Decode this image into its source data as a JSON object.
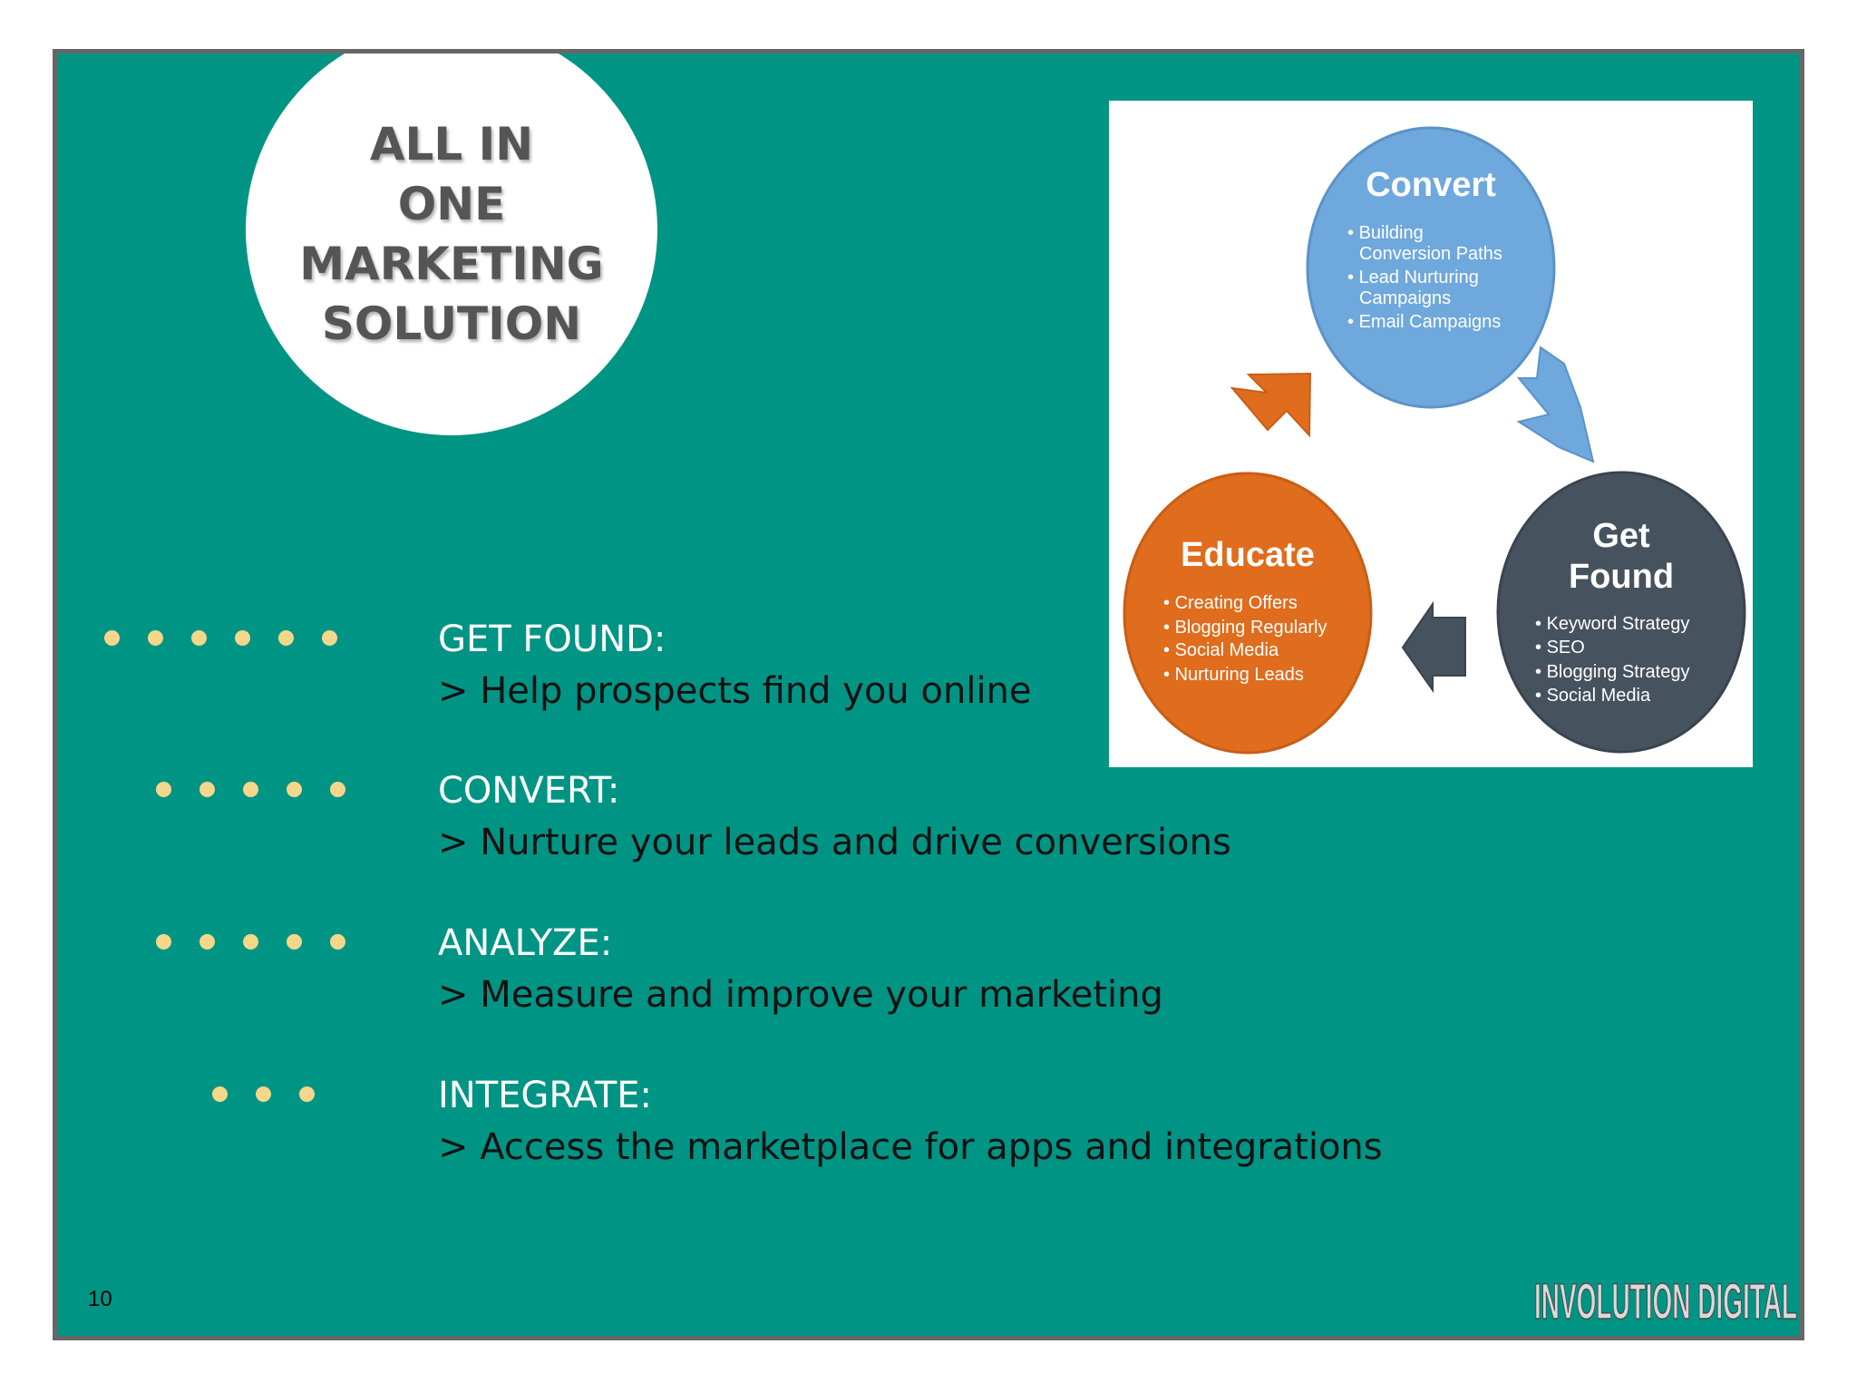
{
  "colors": {
    "slide_bg": "#009485",
    "title_text": "#555555",
    "dot": "#f5d78a",
    "convert": "#6fa8dc",
    "educate": "#e06c1d",
    "get_found": "#46525e"
  },
  "title_circle": {
    "lines": [
      "ALL IN",
      "ONE",
      "MARKETING",
      "SOLUTION"
    ]
  },
  "diagram": {
    "nodes": [
      {
        "id": "convert",
        "title_lines": [
          "Convert"
        ],
        "items": [
          "Building",
          "Conversion Paths",
          "Lead Nurturing",
          "Campaigns",
          "Email Campaigns"
        ]
      },
      {
        "id": "get_found",
        "title_lines": [
          "Get",
          "Found"
        ],
        "items": [
          "Keyword Strategy",
          "SEO",
          "Blogging Strategy",
          "Social Media"
        ]
      },
      {
        "id": "educate",
        "title_lines": [
          "Educate"
        ],
        "items": [
          "Creating Offers",
          "Blogging Regularly",
          "Social Media",
          "Nurturing Leads"
        ]
      }
    ],
    "arrows": [
      "orange-up-right-arrow",
      "blue-down-right-arrow",
      "dark-left-arrow"
    ]
  },
  "rows": [
    {
      "heading": "GET FOUND:",
      "description": "> Help prospects find you online",
      "dot_count": 6
    },
    {
      "heading": "CONVERT:",
      "description": "> Nurture your leads and drive conversions",
      "dot_count": 5
    },
    {
      "heading": "ANALYZE:",
      "description": "> Measure and improve your marketing",
      "dot_count": 5
    },
    {
      "heading": "INTEGRATE:",
      "description": "> Access the marketplace for apps and integrations",
      "dot_count": 3
    }
  ],
  "page_number": "10",
  "logo": {
    "text": "INVOLUTION DIGITAL"
  }
}
